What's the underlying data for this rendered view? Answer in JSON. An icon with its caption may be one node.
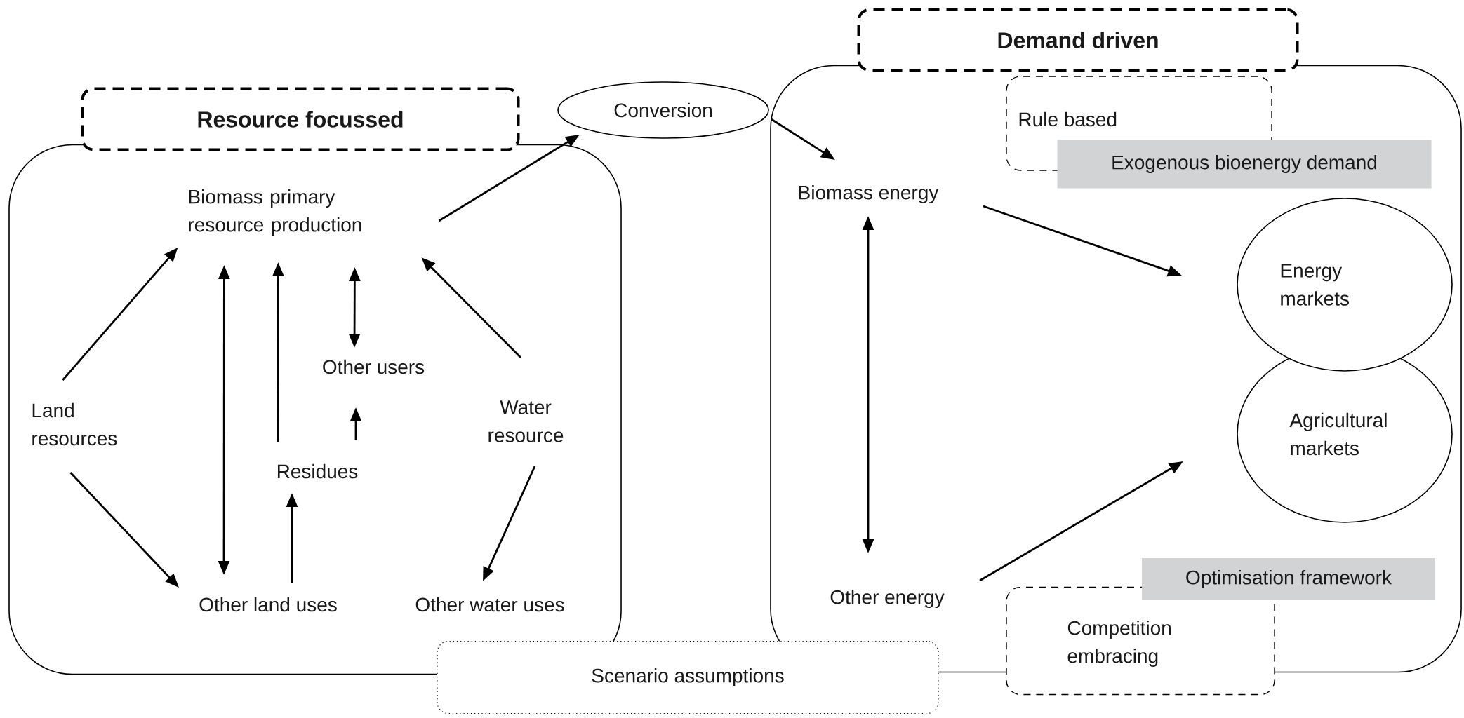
{
  "diagram": {
    "nodes": [
      {
        "text": [
          "Resource focussed"
        ]
      },
      {
        "text": [
          "Biomass primary resource production"
        ],
        "in": 0
      },
      {
        "text": [
          "Land resources"
        ],
        "in": 0
      },
      {
        "text": [
          "Other users"
        ],
        "in": 0
      },
      {
        "text": [
          "Residues"
        ],
        "in": 0
      },
      {
        "text": [
          "Water resource"
        ],
        "in": 0
      },
      {
        "text": [
          "Other land uses"
        ],
        "in": 0
      },
      {
        "text": [
          "Other water uses"
        ],
        "in": 0
      },
      {
        "text": [
          "Conversion"
        ]
      },
      {
        "text": [
          "Demand driven"
        ]
      },
      {
        "text": [
          "Rule based"
        ],
        "in": 9
      },
      {
        "text": [
          "Exogenous bioenergy demand"
        ],
        "in": 9
      },
      {
        "text": [
          "Biomass energy"
        ],
        "in": 9
      },
      {
        "text": [
          "Energy markets"
        ],
        "in": 9
      },
      {
        "text": [
          "Agricultural markets"
        ],
        "in": 9
      },
      {
        "text": [
          "Other energy"
        ],
        "in": 9
      },
      {
        "text": [
          "Optimisation framework"
        ],
        "in": 9
      },
      {
        "text": [
          "Competition embracing"
        ]
      },
      {
        "text": [
          "Scenario assumptions"
        ]
      }
    ],
    "edges": [
      {
        "from": 2,
        "to": 1,
        "arrow": "to"
      },
      {
        "from": 2,
        "to": 6,
        "arrow": "to"
      },
      {
        "from": 1,
        "to": 6,
        "arrow": "both"
      },
      {
        "from": 4,
        "to": 1,
        "arrow": "to"
      },
      {
        "from": 6,
        "to": 4,
        "arrow": "to"
      },
      {
        "from": 1,
        "to": 3,
        "arrow": "both"
      },
      {
        "from": 4,
        "to": 3,
        "arrow": "to"
      },
      {
        "from": 5,
        "to": 1,
        "arrow": "to"
      },
      {
        "from": 5,
        "to": 7,
        "arrow": "to"
      },
      {
        "from": 1,
        "to": 8,
        "arrow": "to"
      },
      {
        "from": 8,
        "to": 12,
        "arrow": "to"
      },
      {
        "from": 12,
        "to": 13,
        "arrow": "to"
      },
      {
        "from": 12,
        "to": 15,
        "arrow": "both"
      },
      {
        "from": 15,
        "to": 14,
        "arrow": "to"
      }
    ]
  }
}
